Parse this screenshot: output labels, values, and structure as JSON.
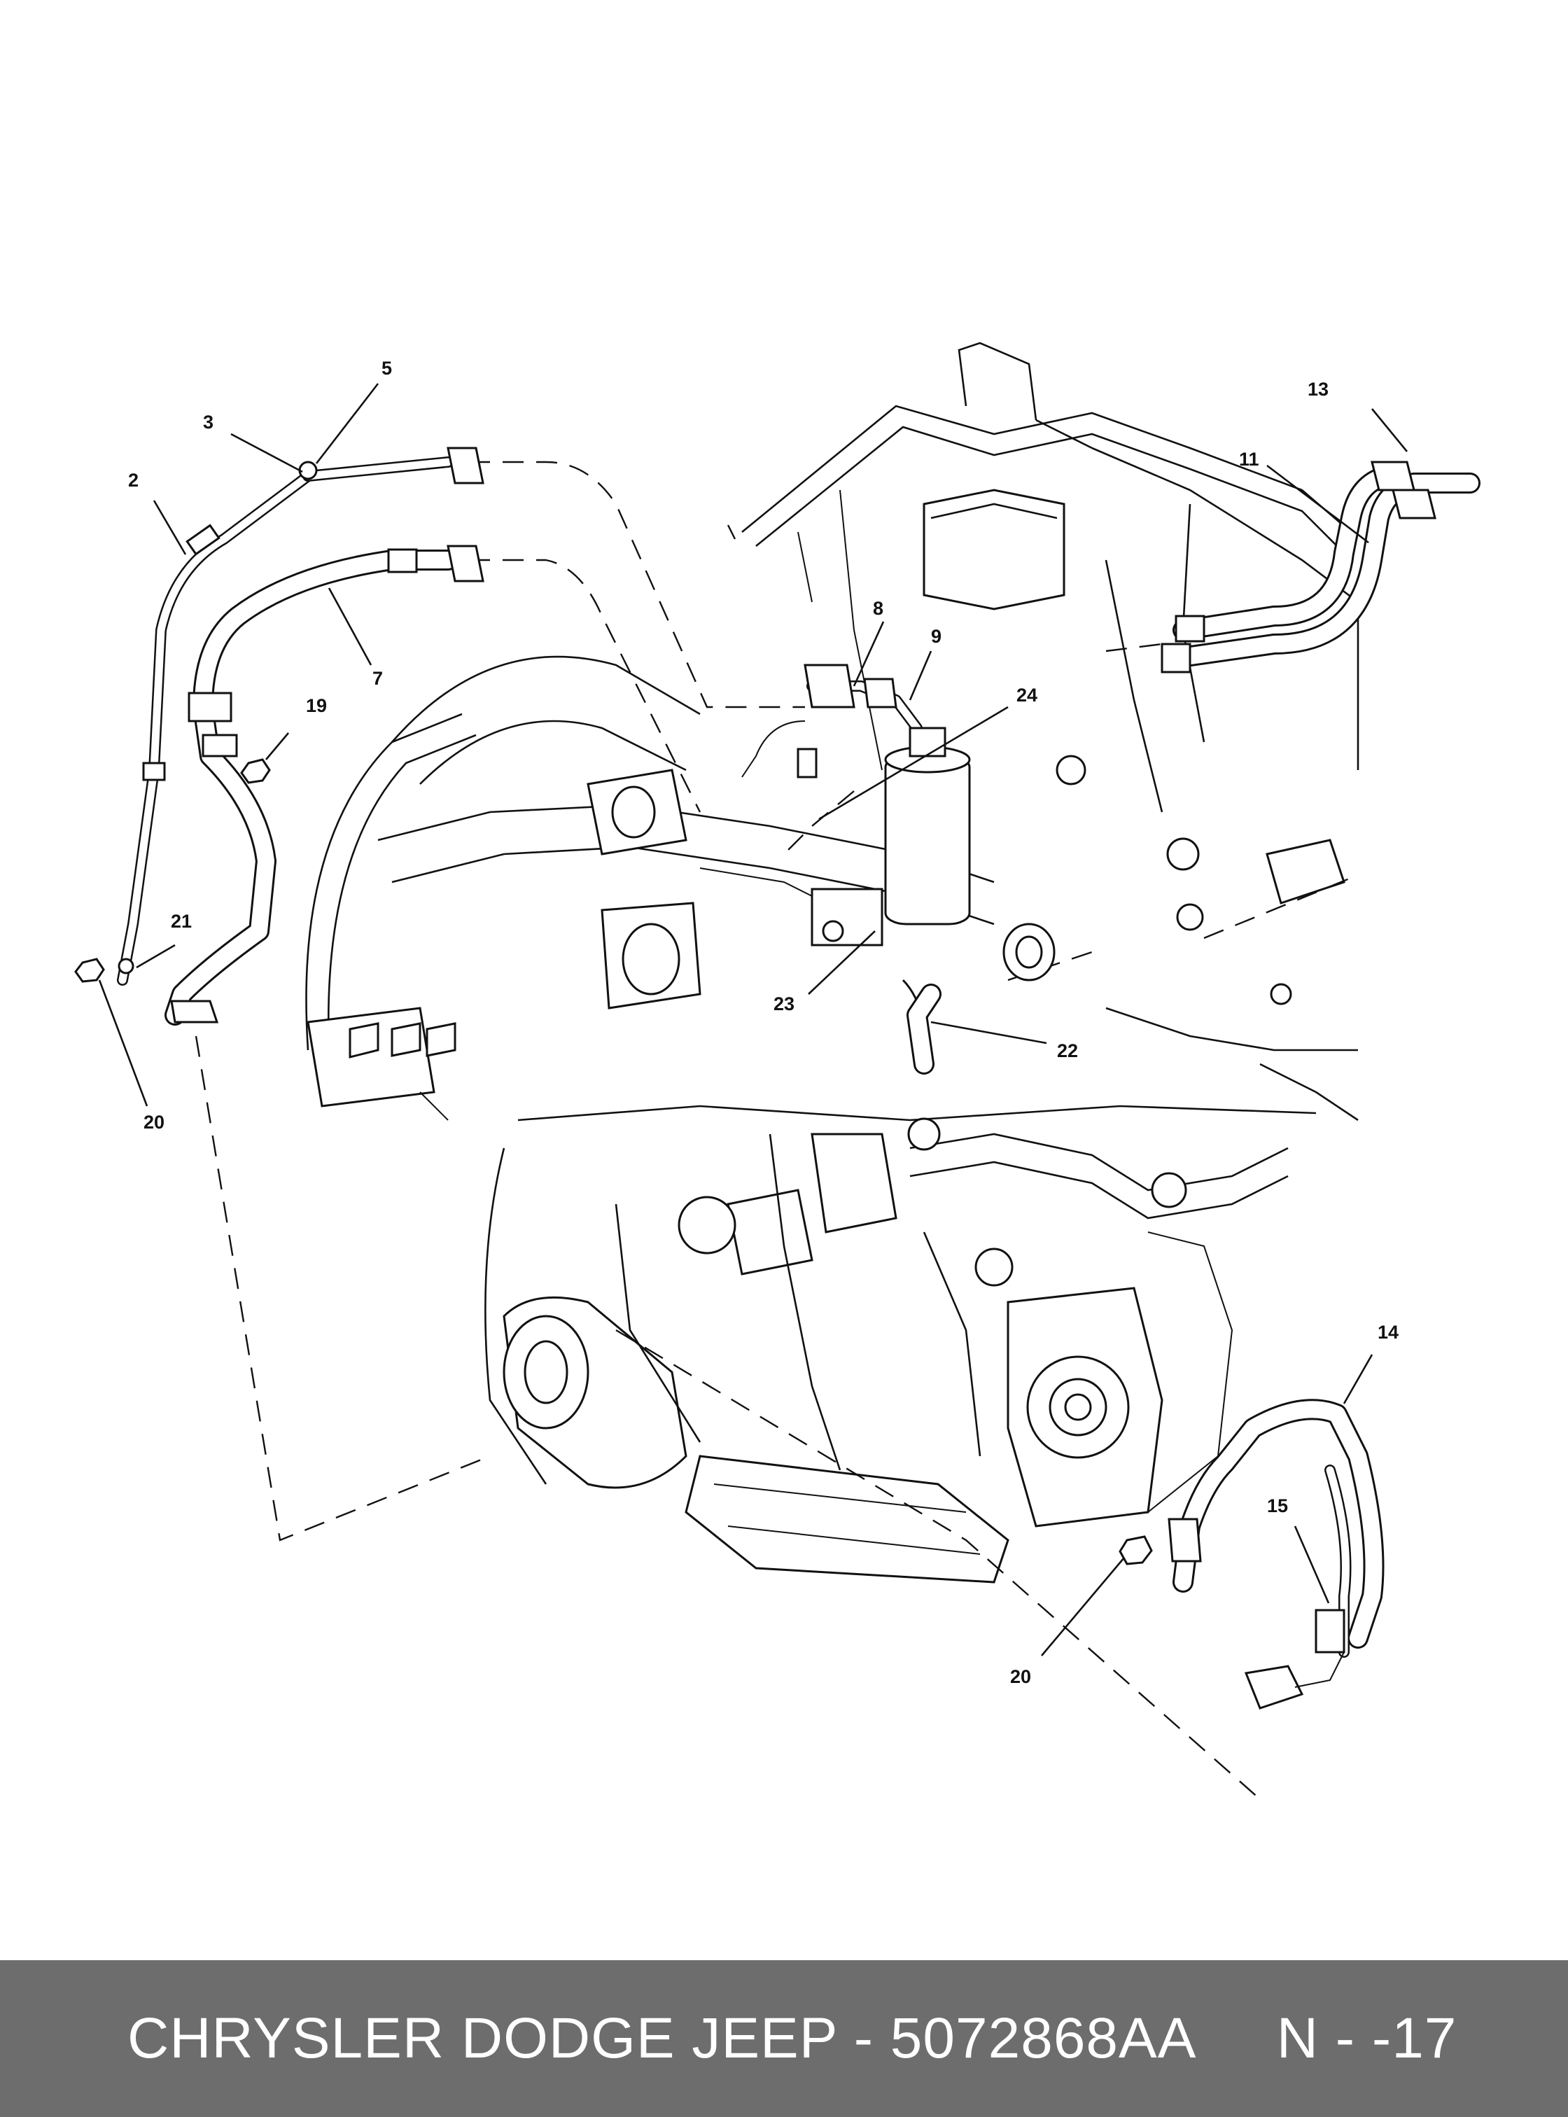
{
  "callouts": [
    "2",
    "3",
    "5",
    "7",
    "8",
    "9",
    "11",
    "13",
    "14",
    "15",
    "19",
    "20",
    "20",
    "21",
    "22",
    "23",
    "24"
  ],
  "footer": {
    "text": "CHRYSLER DODGE JEEP - 5072868AA     N - -17",
    "background": "#6d6d6d",
    "text_color": "#ffffff"
  }
}
